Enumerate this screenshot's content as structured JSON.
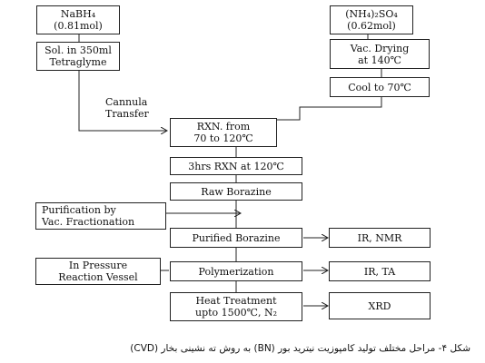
{
  "boxes": {
    "nabh4": [
      "NaBH₄",
      "(0.81mol)"
    ],
    "sol": [
      "Sol. in 350ml",
      "Tetraglyme"
    ],
    "nh4so4": [
      "(NH₄)₂SO₄",
      "(0.62mol)"
    ],
    "vac_drying": [
      "Vac. Drying",
      "at 140℃"
    ],
    "cool": [
      "Cool to 70℃"
    ],
    "rxn_from": [
      "RXN. from",
      "70 to 120℃"
    ],
    "rxn_3hrs": [
      "3hrs RXN at 120℃"
    ],
    "raw_borazine": [
      "Raw Borazine"
    ],
    "purification": [
      "Purification by",
      "Vac. Fractionation"
    ],
    "purified_borazine": [
      "Purified Borazine"
    ],
    "ir_nmr": [
      "IR, NMR"
    ],
    "in_pressure": [
      "In Pressure",
      "Reaction Vessel"
    ],
    "polymerization": [
      "Polymerization"
    ],
    "ir_ta": [
      "IR, TA"
    ],
    "heat_treatment": [
      "Heat Treatment",
      "upto 1500℃, N₂"
    ],
    "xrd": [
      "XRD"
    ]
  },
  "cannula_label": [
    "Cannula",
    "Transfer"
  ],
  "caption": "شکل ۴- مراحل مختلف تولید کامپوزیت نیترید بور (BN) به روش ته نشینی بخار (CVD)"
}
